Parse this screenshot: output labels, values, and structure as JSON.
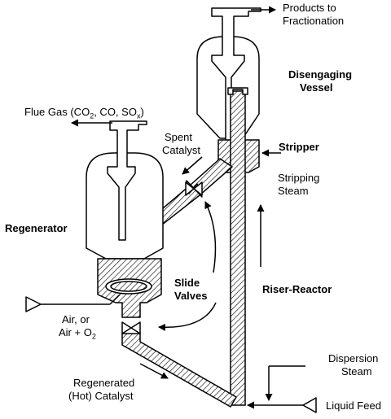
{
  "labels": {
    "products_l1": "Products to",
    "products_l2": "Fractionation",
    "disengaging_l1": "Disengaging",
    "disengaging_l2": "Vessel",
    "flue_gas_prefix": "Flue Gas (CO",
    "flue_gas_sub1": "2",
    "flue_gas_mid": ", CO, SO",
    "flue_gas_sub2": "x",
    "flue_gas_suffix": ")",
    "spent_l1": "Spent",
    "spent_l2": "Catalyst",
    "stripper": "Stripper",
    "stripping_l1": "Stripping",
    "stripping_l2": "Steam",
    "regenerator": "Regenerator",
    "slide_l1": "Slide",
    "slide_l2": "Valves",
    "riser_reactor": "Riser-Reactor",
    "air_l1": "Air, or",
    "air_l2_prefix": "Air + O",
    "air_l2_sub": "2",
    "regen_l1": "Regenerated",
    "regen_l2": "(Hot) Catalyst",
    "dispersion_l1": "Dispersion",
    "dispersion_l2": "Steam",
    "liquid_feed": "Liquid Feed"
  }
}
